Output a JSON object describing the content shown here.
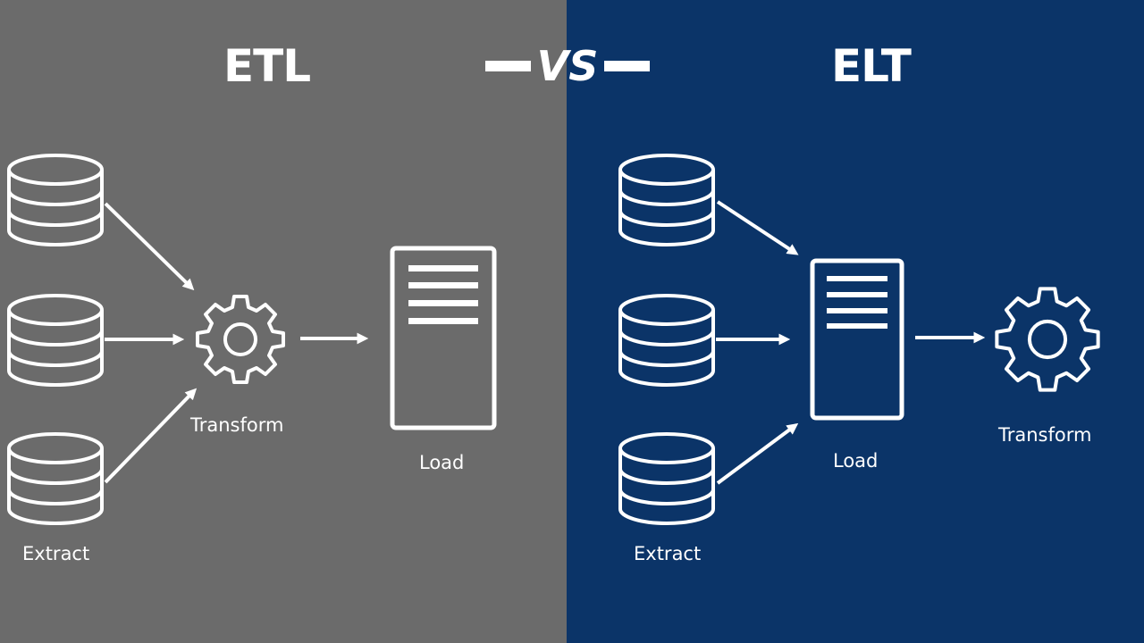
{
  "colors": {
    "etl_background": "#6b6b6b",
    "elt_background": "#0b3468",
    "foreground": "#ffffff"
  },
  "header": {
    "etl_title": "ETL",
    "vs_label": "VS",
    "elt_title": "ELT"
  },
  "etl": {
    "extract_label": "Extract",
    "transform_label": "Transform",
    "load_label": "Load",
    "icons": [
      "database-icon",
      "database-icon",
      "database-icon",
      "gear-icon",
      "server-document-icon"
    ]
  },
  "elt": {
    "extract_label": "Extract",
    "load_label": "Load",
    "transform_label": "Transform",
    "icons": [
      "database-icon",
      "database-icon",
      "database-icon",
      "server-document-icon",
      "gear-icon"
    ]
  }
}
